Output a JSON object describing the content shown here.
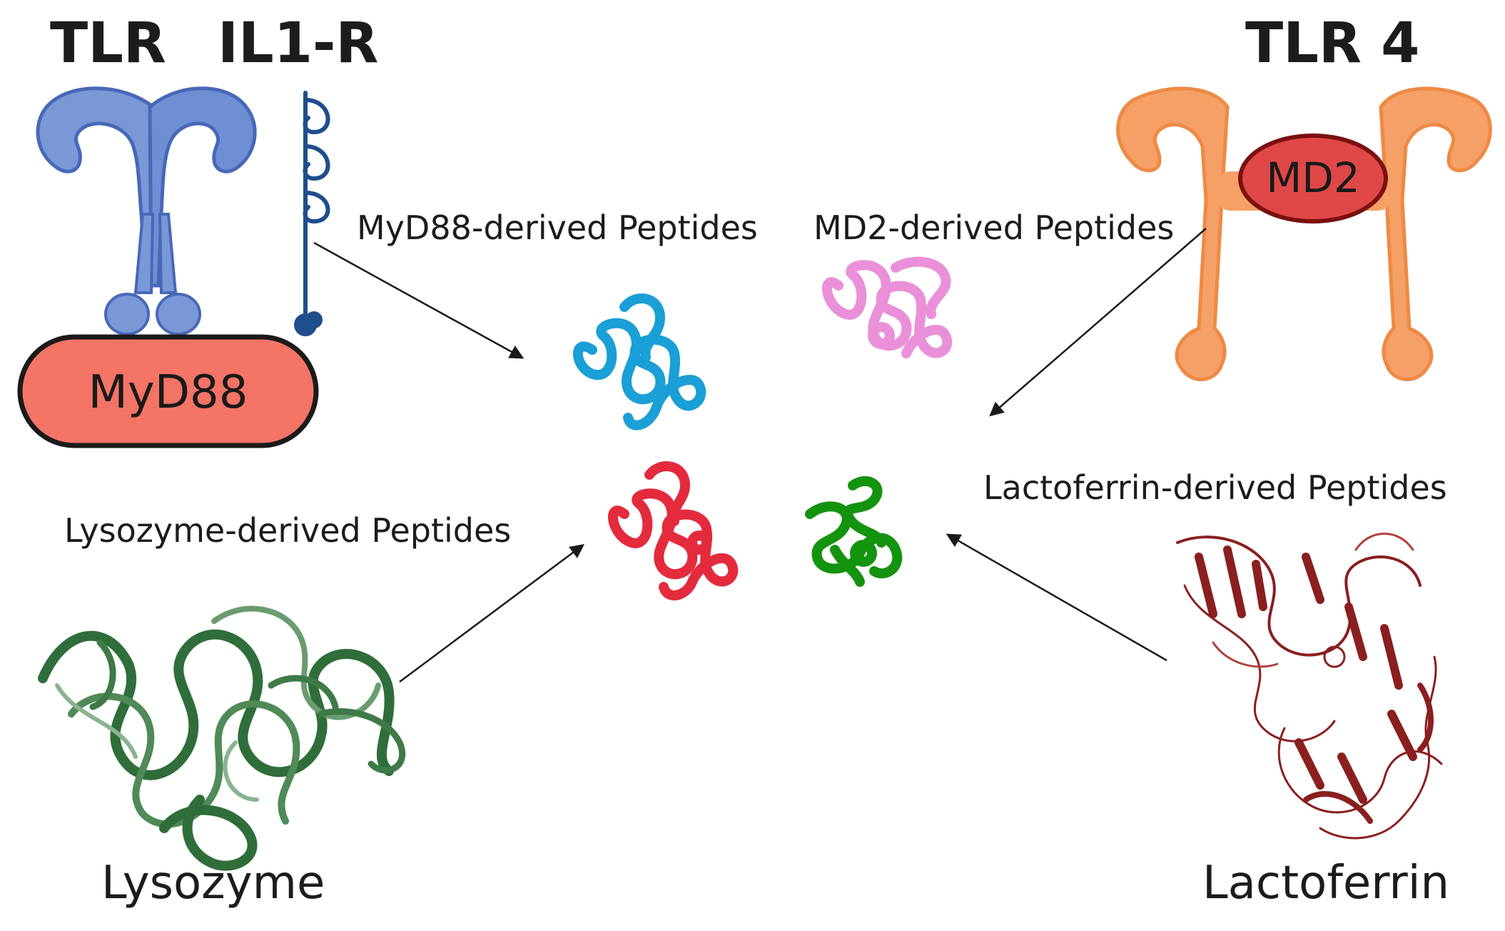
{
  "titles": {
    "tlr": "TLR",
    "il1r": "IL1-R",
    "tlr4": "TLR 4"
  },
  "nodes": {
    "myd88": "MyD88",
    "md2": "MD2"
  },
  "peptide_labels": {
    "myd88": "MyD88-derived Peptides",
    "md2": "MD2-derived Peptides",
    "lysozyme": "Lysozyme-derived Peptides",
    "lactoferrin": "Lactoferrin-derived Peptides"
  },
  "proteins": {
    "lysozyme": "Lysozyme",
    "lactoferrin": "Lactoferrin"
  },
  "colors": {
    "tlr": "#7a97d6",
    "il1r": "#1f4e8c",
    "myd88_fill": "#f47466",
    "tlr4": "#f5a066",
    "md2_fill": "#e04848",
    "peptide_myd88": "#1a9fd6",
    "peptide_md2": "#e98bd8",
    "peptide_lysozyme": "#e32b3d",
    "peptide_lactoferrin": "#14930f",
    "lysozyme_ribbon": "#2f6e3a",
    "lactoferrin_ribbon": "#8a1f1f",
    "arrow": "#1a1a1a"
  }
}
